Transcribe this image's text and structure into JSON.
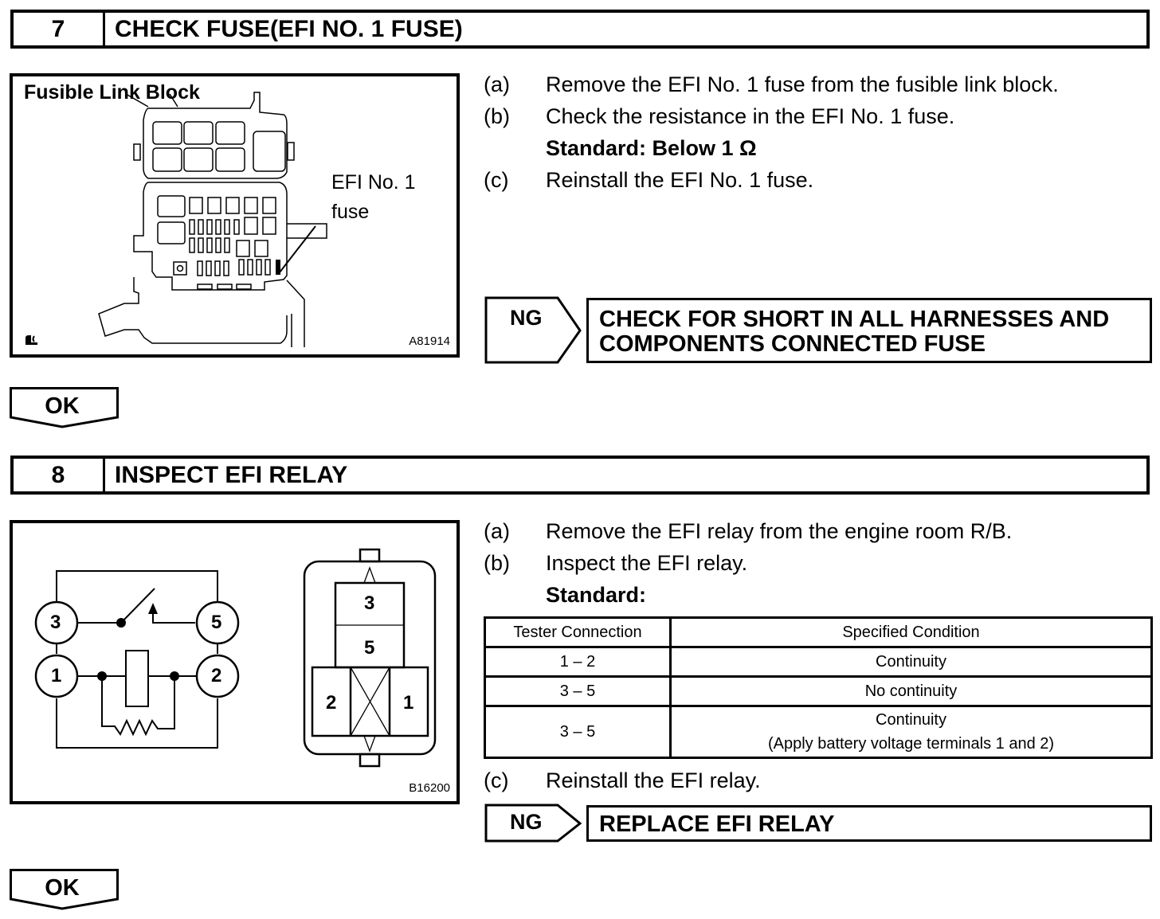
{
  "steps": [
    {
      "number": "7",
      "title": "CHECK FUSE(EFI NO. 1 FUSE)",
      "figure": {
        "title": "Fusible Link Block",
        "callout_line1": "EFI No. 1",
        "callout_line2": "fuse",
        "code": "A81914",
        "icon": "connector-view-icon"
      },
      "instructions": [
        {
          "label": "(a)",
          "text": "Remove the EFI No. 1 fuse from the fusible link block."
        },
        {
          "label": "(b)",
          "text": "Check the resistance in the EFI No. 1 fuse."
        },
        {
          "label": "",
          "text": "Standard: Below 1 Ω",
          "bold": true
        },
        {
          "label": "(c)",
          "text": "Reinstall the EFI No. 1 fuse."
        }
      ],
      "ng": {
        "label": "NG",
        "action_line1": "CHECK FOR SHORT IN ALL HARNESSES AND",
        "action_line2": "COMPONENTS CONNECTED FUSE"
      },
      "ok": {
        "label": "OK"
      }
    },
    {
      "number": "8",
      "title": "INSPECT EFI RELAY",
      "figure": {
        "code": "B16200",
        "schematic_terminals": [
          "3",
          "5",
          "1",
          "2"
        ],
        "relay_terminals": [
          "3",
          "5",
          "2",
          "1"
        ]
      },
      "instructions": [
        {
          "label": "(a)",
          "text": "Remove the EFI relay from the engine room R/B."
        },
        {
          "label": "(b)",
          "text": "Inspect the EFI relay."
        },
        {
          "label": "",
          "text": "Standard:",
          "bold": true
        }
      ],
      "table": {
        "headers": [
          "Tester Connection",
          "Specified Condition"
        ],
        "rows": [
          {
            "connection": "1 – 2",
            "condition": "Continuity",
            "note": ""
          },
          {
            "connection": "3 – 5",
            "condition": "No continuity",
            "note": ""
          },
          {
            "connection": "3 – 5",
            "condition": "Continuity",
            "note": "(Apply battery voltage terminals 1 and 2)"
          }
        ]
      },
      "after_table": {
        "label": "(c)",
        "text": "Reinstall the EFI relay."
      },
      "ng": {
        "label": "NG",
        "action_line1": "REPLACE EFI RELAY"
      },
      "ok": {
        "label": "OK"
      }
    }
  ]
}
